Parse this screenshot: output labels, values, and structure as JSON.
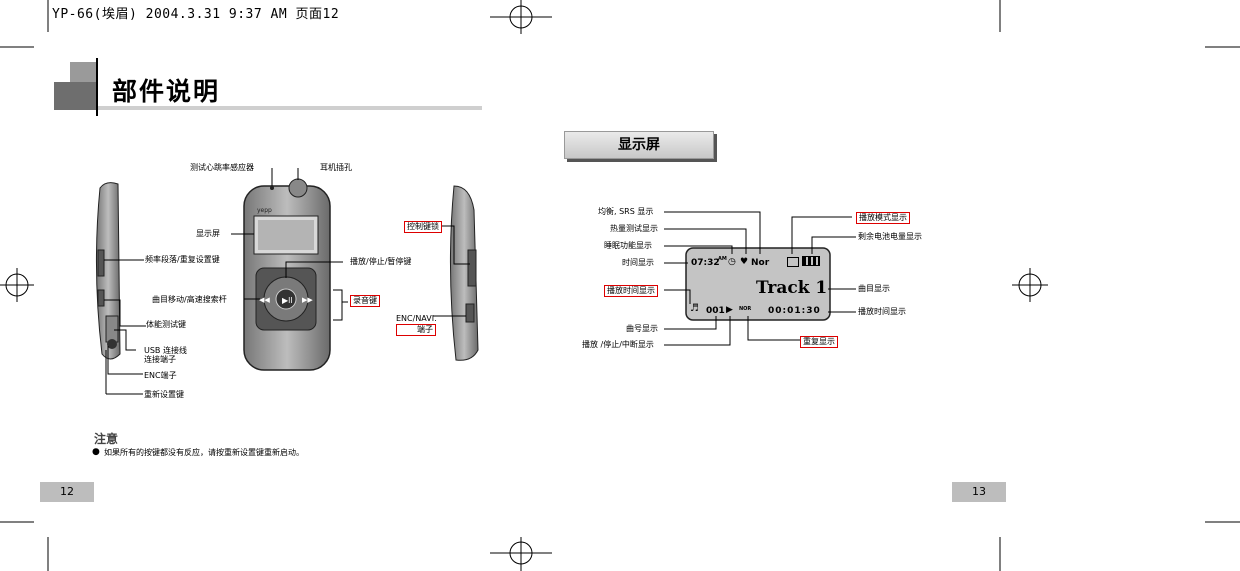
{
  "header": {
    "file_info": "YP-66(埃眉) 2004.3.31 9:37 AM 页面12"
  },
  "left_page": {
    "section_title": "部件说明",
    "page_number": "12",
    "labels": {
      "heart_sensor": "测试心跳率感应器",
      "earphone_jack": "耳机插孔",
      "display": "显示屏",
      "eq_button": "频率段落/重复设置键",
      "play_stop": "播放/停止/暂停键",
      "skip_search": "曲目移动/高速搜索杆",
      "hold_button": "控制键锁",
      "record_button": "录音键",
      "fitness_button": "体能测试键",
      "enc_navi": "ENC/NAVI.",
      "enc_navi_sub": "端子",
      "usb_port": "USB 连接线",
      "usb_port_sub": "连接端子",
      "enc_port": "ENC端子",
      "reset": "重新设置键"
    },
    "note_title": "注意",
    "note_text": "如果所有的按键都没有反应，请按重新设置键重新启动。"
  },
  "right_page": {
    "section_title": "显示屏",
    "page_number": "13",
    "labels": {
      "eq_srs": "均衡, SRS 显示",
      "calorie": "热量测试显示",
      "sleep": "睡眠功能显示",
      "time": "时间显示",
      "play_time_left": "播放时间显示",
      "track_no": "曲号显示",
      "play_state": "播放 /停止/中断显示",
      "play_mode": "播放模式显示",
      "battery": "剩余电池电量显示",
      "track_disp": "曲目显示",
      "play_time_right": "播放时间显示",
      "repeat": "重复显示"
    },
    "lcd": {
      "clock": "07:32",
      "am_pm": "AM",
      "eq": "Nor",
      "track": "Track  1",
      "track_no": "001",
      "mode": "NOR",
      "time": "00:01:30"
    }
  }
}
